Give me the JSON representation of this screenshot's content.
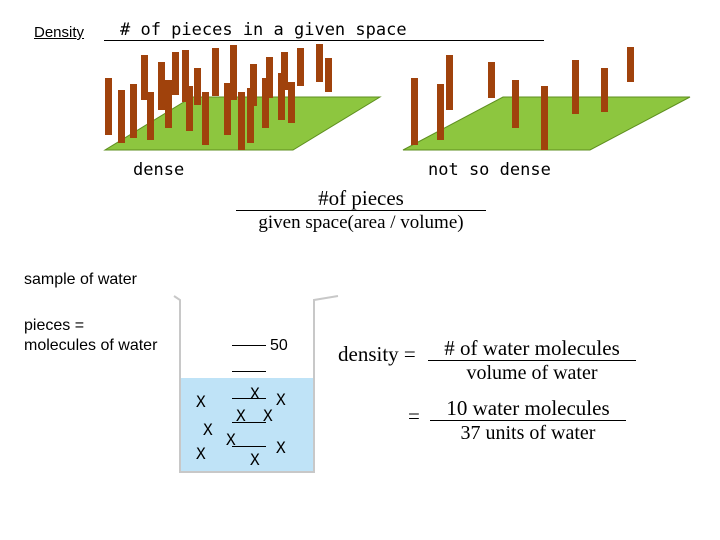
{
  "title": {
    "label": "Density",
    "definition": "# of pieces in a given space"
  },
  "panels": {
    "dense_caption": "dense",
    "sparse_caption": "not so dense"
  },
  "general_formula": {
    "numerator": "#of pieces",
    "denominator": "given space(area / volume)"
  },
  "water": {
    "sample_label": "sample of water",
    "pieces_label_line1": "pieces =",
    "pieces_label_line2": "molecules of water",
    "tick_label": "50",
    "molecule_symbol": "X",
    "molecule_count": 10
  },
  "water_formula": {
    "lhs": "density =",
    "numerator1": "# of water molecules",
    "denominator1": "volume of water",
    "eq": "=",
    "numerator2": "10 water molecules",
    "denominator2": "37 units of water"
  },
  "colors": {
    "grass": "#8DC63F",
    "grass_edge": "#5E8F1F",
    "stick": "#A0420C",
    "water": "#BFE3F7"
  }
}
